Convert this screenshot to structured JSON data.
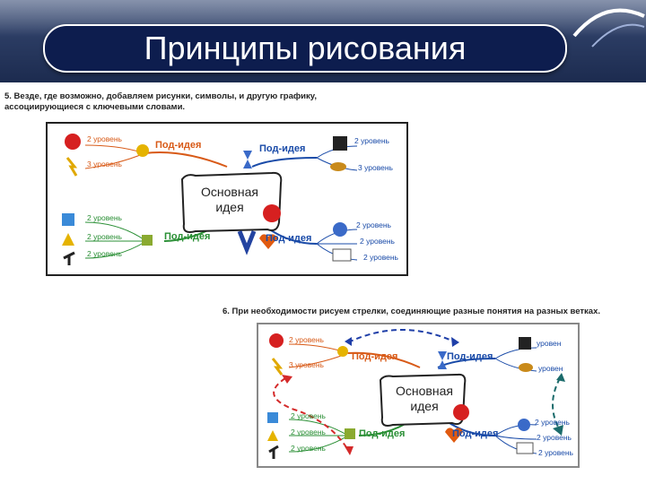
{
  "title": "Принципы рисования",
  "note5": "5. Везде, где возможно, добавляем рисунки, символы, и другую графику, ассоциирующиеся с ключевыми словами.",
  "note6": "6. При необходимости рисуем стрелки, соединяющие разные понятия на разных ветках.",
  "map1": {
    "center": "Основная идея",
    "sub": [
      "Под-идея",
      "Под-идея",
      "Под-идея",
      "Под-идея"
    ],
    "level_tl": [
      "2 уровень",
      "3 уровень"
    ],
    "level_tr": [
      "2 уровень",
      "3 уровень"
    ],
    "level_bl": [
      "2 уровень",
      "2 уровень",
      "2 уровень"
    ],
    "level_br": [
      "2 уровень",
      "2 уровень",
      "2 уровень"
    ]
  },
  "map2": {
    "center": "Основная идея",
    "sub": [
      "Под-идея",
      "Под-идея",
      "Под-идея",
      "Под-идея"
    ],
    "level_tl": [
      "2 уровень",
      "3 уровень"
    ],
    "level_tr": [
      "уровен",
      "уровен"
    ],
    "level_bl": [
      "2 уровень",
      "2 уровень",
      "2 уровень"
    ],
    "level_br": [
      "2 уровень",
      "2 уровень",
      "2 уровень"
    ]
  },
  "colors": {
    "orange": "#d85a17",
    "blue": "#1a4ba8",
    "green": "#2a8f35",
    "arrow_blue": "#1f3fa8",
    "arrow_red": "#d42a2a",
    "arrow_teal": "#1b6b6b"
  }
}
